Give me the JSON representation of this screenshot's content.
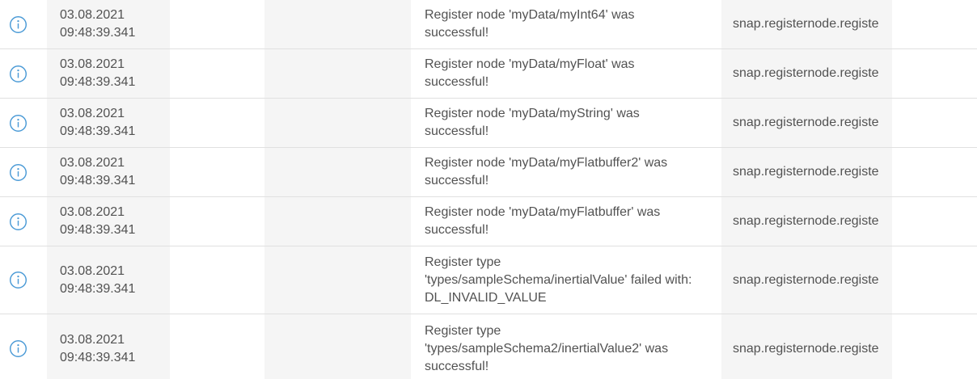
{
  "logbook": {
    "rows": [
      {
        "timestamp": "03.08.2021 09:48:39.341",
        "message": "Register node 'myData/myInt64' was successful!",
        "source": "snap.registernode.registe"
      },
      {
        "timestamp": "03.08.2021 09:48:39.341",
        "message": "Register node 'myData/myFloat' was successful!",
        "source": "snap.registernode.registe"
      },
      {
        "timestamp": "03.08.2021 09:48:39.341",
        "message": "Register node 'myData/myString' was successful!",
        "source": "snap.registernode.registe"
      },
      {
        "timestamp": "03.08.2021 09:48:39.341",
        "message": "Register node 'myData/myFlatbuffer2' was successful!",
        "source": "snap.registernode.registe"
      },
      {
        "timestamp": "03.08.2021 09:48:39.341",
        "message": "Register node 'myData/myFlatbuffer' was successful!",
        "source": "snap.registernode.registe"
      },
      {
        "timestamp": "03.08.2021 09:48:39.341",
        "message": "Register type 'types/sampleSchema/inertialValue' failed with: DL_INVALID_VALUE",
        "source": "snap.registernode.registe"
      },
      {
        "timestamp": "03.08.2021 09:48:39.341",
        "message": "Register type 'types/sampleSchema2/inertialValue2' was successful!",
        "source": "snap.registernode.registe"
      }
    ],
    "icons": {
      "row_status": "info-icon"
    },
    "colors": {
      "accent_blue": "#4a9ad6",
      "stripe_gray": "#f5f5f5",
      "divider_gray": "#e0e0e0",
      "text_gray": "#525252"
    }
  }
}
